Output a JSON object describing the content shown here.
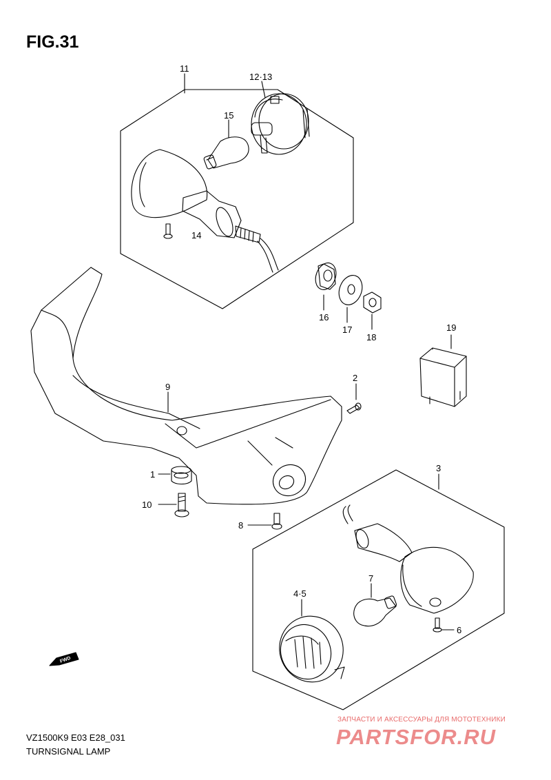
{
  "figure": {
    "title": "FIG.31",
    "model_code": "VZ1500K9 E03 E28_031",
    "assembly_name": "TURNSIGNAL LAMP"
  },
  "callouts": {
    "c1": "1",
    "c2": "2",
    "c3": "3",
    "c45": "4·5",
    "c6": "6",
    "c7": "7",
    "c8": "8",
    "c9": "9",
    "c10": "10",
    "c11": "11",
    "c1213": "12·13",
    "c14": "14",
    "c15": "15",
    "c16": "16",
    "c17": "17",
    "c18": "18",
    "c19": "19"
  },
  "direction_label": "FWD",
  "watermark": {
    "tagline": "ЗАПЧАСТИ И АКСЕССУАРЫ ДЛЯ МОТОТЕХНИКИ",
    "brand": "PARTSFOR.RU"
  },
  "colors": {
    "line": "#000000",
    "watermark": "#e86a6a"
  }
}
